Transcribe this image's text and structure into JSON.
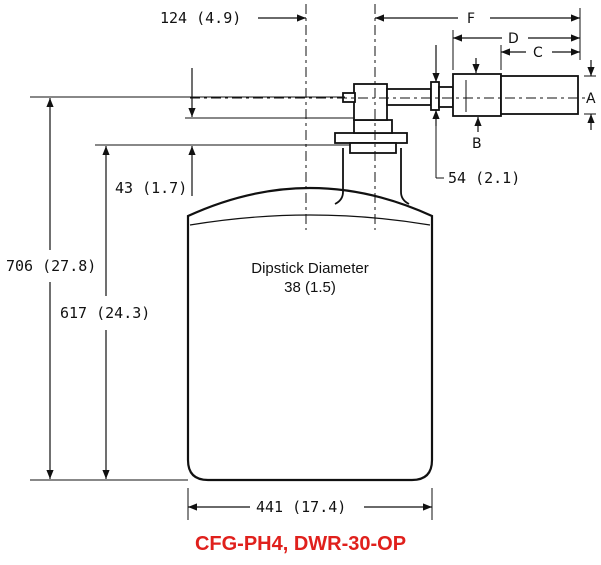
{
  "diagram": {
    "dims": {
      "top_offset": "124 (4.9)",
      "F": "F",
      "D": "D",
      "C": "C",
      "A": "A",
      "B": "B",
      "valve": "54 (2.1)",
      "neck": "43 (1.7)",
      "overall_height": "706 (27.8)",
      "body_height": "617 (24.3)",
      "width": "441 (17.4)"
    },
    "dipstick": {
      "line1": "Dipstick Diameter",
      "line2": "38 (1.5)"
    }
  },
  "caption": {
    "text": "CFG-PH4, DWR-30-OP",
    "color": "#e0201c"
  },
  "colors": {
    "ink": "#111111"
  }
}
